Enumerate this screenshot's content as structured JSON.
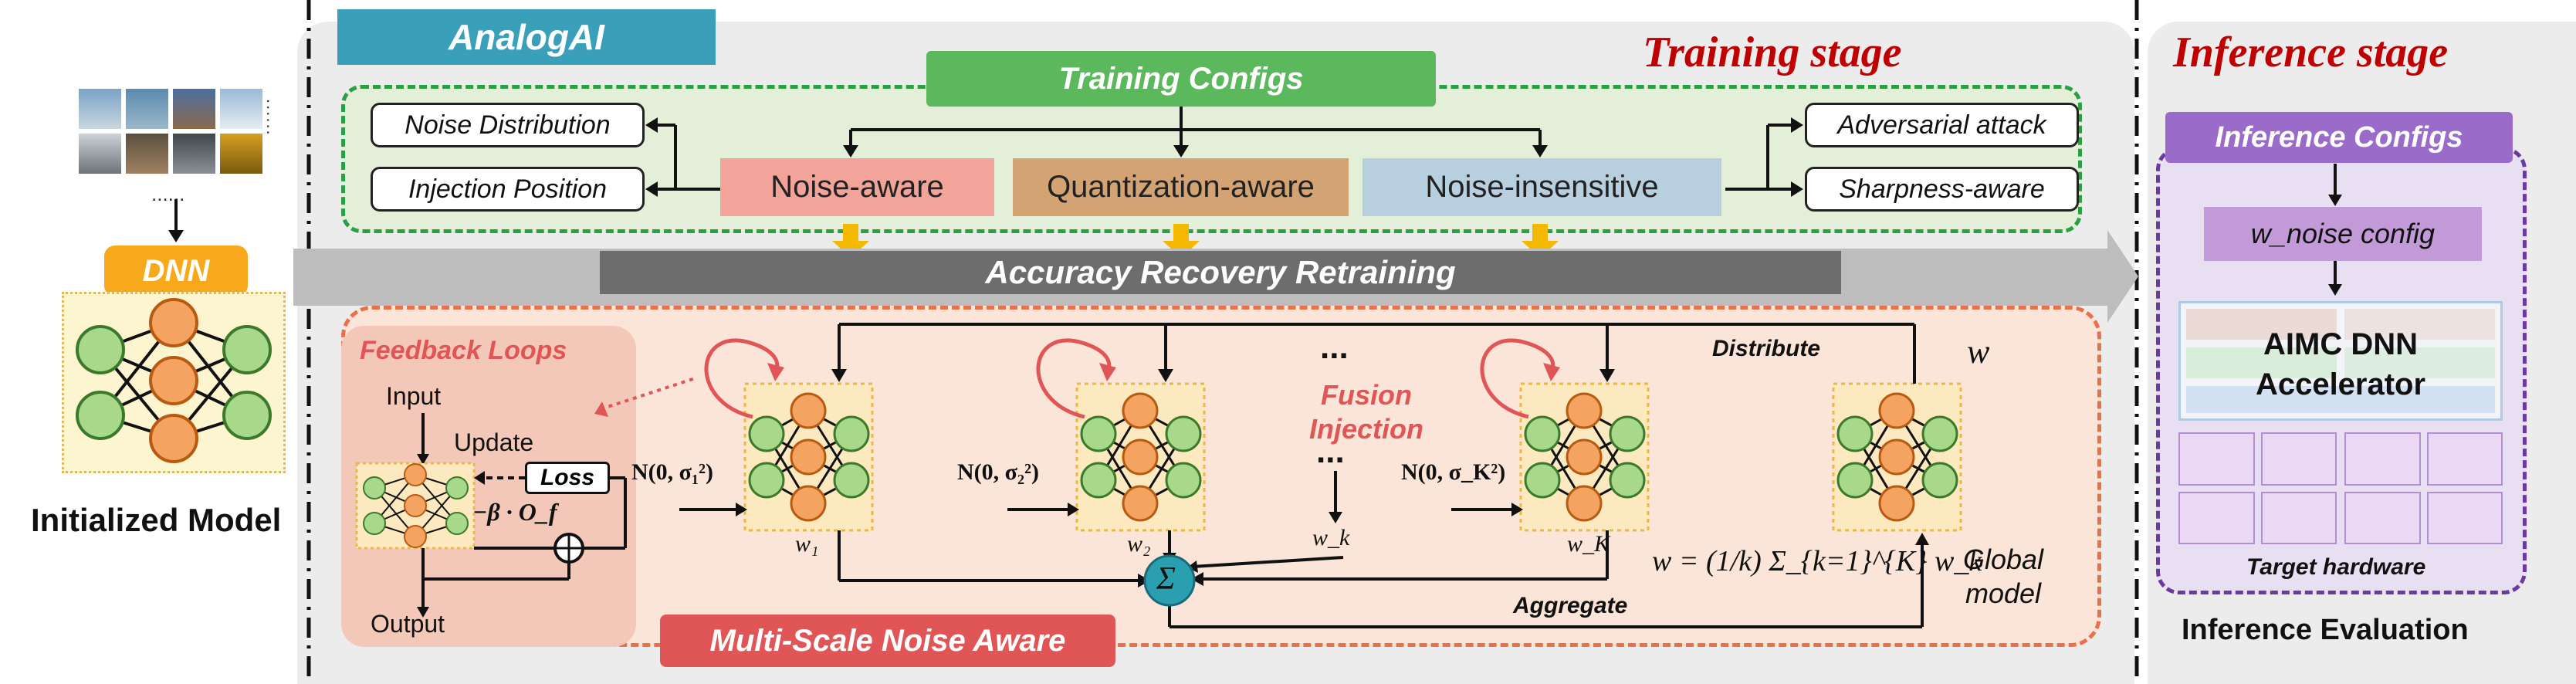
{
  "left": {
    "dnn_label": "DNN",
    "model_label": "Initialized Model",
    "dots_right": "......",
    "dots_below": "......"
  },
  "header": {
    "analogai": "AnalogAI",
    "training_stage": "Training stage",
    "inference_stage": "Inference stage"
  },
  "training": {
    "configs_title": "Training Configs",
    "left_options": [
      "Noise Distribution",
      "Injection Position"
    ],
    "methods": [
      "Noise-aware",
      "Quantization-aware",
      "Noise-insensitive"
    ],
    "right_options": [
      "Adversarial attack",
      "Sharpness-aware"
    ],
    "retraining_banner": "Accuracy Recovery Retraining"
  },
  "multiscale": {
    "title": "Multi-Scale Noise Aware",
    "feedback_title": "Feedback Loops",
    "feedback_input": "Input",
    "feedback_update": "Update",
    "feedback_loss": "Loss",
    "feedback_term": "−β · O_f",
    "feedback_output": "Output",
    "noise_labels": [
      "N(0, σ₁²)",
      "N(0, σ₂²)",
      "N(0, σ_K²)"
    ],
    "weight_labels": [
      "w₁",
      "w₂",
      "w_k",
      "w_K"
    ],
    "ellipsis": "...",
    "fusion_injection": "Fusion Injection",
    "sum_symbol": "Σ",
    "distribute": "Distribute",
    "aggregate": "Aggregate",
    "global_w": "w",
    "formula": "w = (1/k) Σ_{k=1}^{K} w_k",
    "global_model": "Global model"
  },
  "inference": {
    "configs_title": "Inference Configs",
    "w_noise": "w_noise config",
    "accelerator": "AIMC DNN Accelerator",
    "target_hw": "Target hardware",
    "evaluation": "Inference Evaluation"
  },
  "colors": {
    "analogai_bg": "#3a9fb8",
    "training_red": "#c00000",
    "green_btn": "#5cb85c",
    "noise_aware": "#f2a49a",
    "quant_aware": "#d4a373",
    "noise_insens": "#b8cfe0",
    "dnn_orange": "#f7a81b",
    "neuron_orange": "#f4a460",
    "neuron_green": "#a8d88a",
    "banner_gray": "#6d6d6d",
    "purple": "#9b6bc9",
    "multiscale_red": "#e05555",
    "sum_teal": "#2a9fb0"
  }
}
